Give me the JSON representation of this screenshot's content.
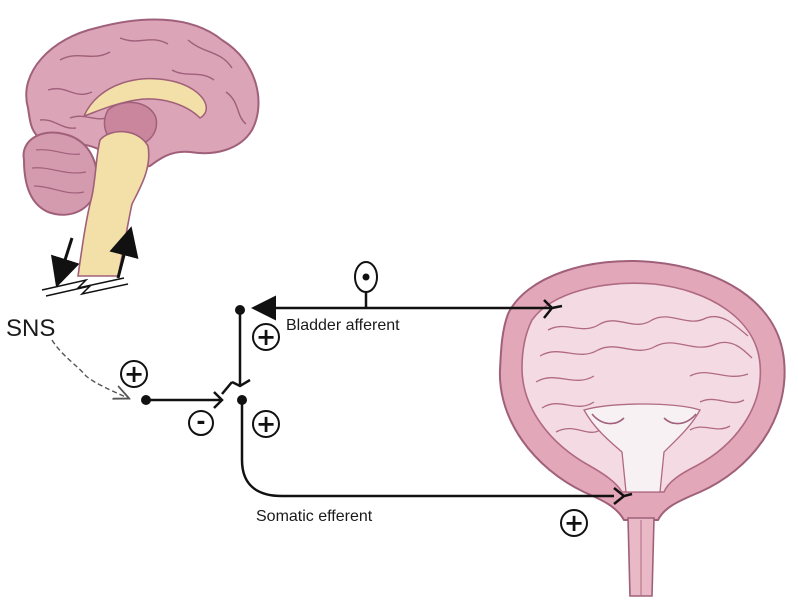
{
  "labels": {
    "sns": "SNS",
    "bladder_afferent": "Bladder afferent",
    "somatic_efferent": "Somatic efferent"
  },
  "signs": {
    "sns_input": "+",
    "afferent_input": "+",
    "inhibitory": "-",
    "excitatory_somatic": "+",
    "sphincter": "+"
  },
  "colors": {
    "brain": "#d9a3b5",
    "brain_stroke": "#a0607a",
    "brainstem": "#f2e0a8",
    "bladder_wall": "#e2a7b8",
    "bladder_inner": "#f4dbe3",
    "trigone": "#f7eef1",
    "nerve": "#111111"
  }
}
